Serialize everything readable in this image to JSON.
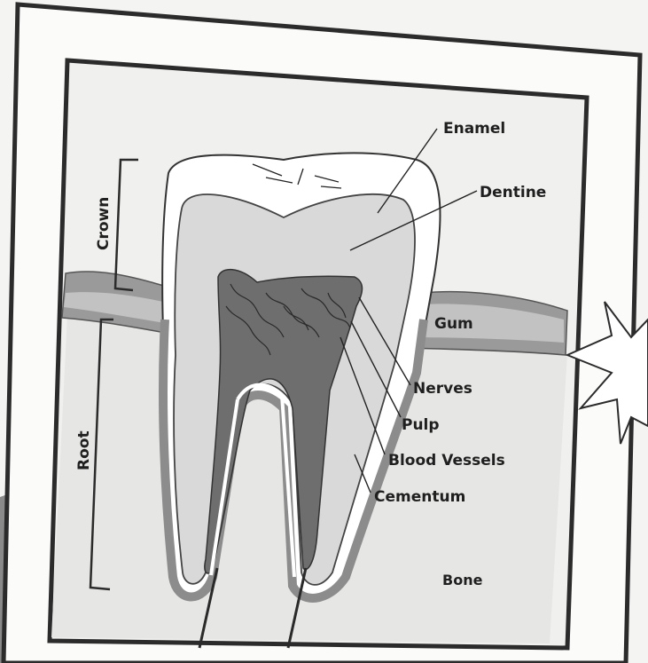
{
  "diagram": {
    "labels": {
      "enamel": "Enamel",
      "dentine": "Dentine",
      "gum": "Gum",
      "nerves": "Nerves",
      "pulp": "Pulp",
      "blood_vessels": "Blood Vessels",
      "cementum": "Cementum",
      "bone": "Bone",
      "crown": "Crown",
      "root": "Root"
    },
    "colors": {
      "gum": "#9a9a9a",
      "gum_light": "#c2c2c2",
      "bone": "#e6e6e4",
      "pulp": "#6e6e6e",
      "dentine": "#d9d9d9",
      "enamel": "#ffffff",
      "frame": "#2b2b2b"
    }
  }
}
